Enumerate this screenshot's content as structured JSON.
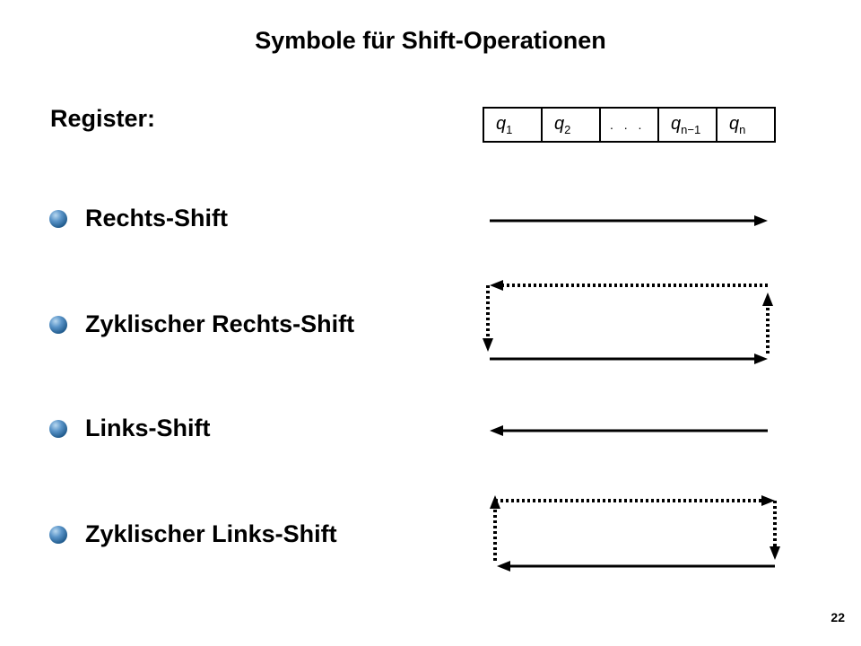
{
  "title": "Symbole für Shift-Operationen",
  "register": {
    "label": "Register:",
    "cells": [
      {
        "base": "q",
        "sub": "1"
      },
      {
        "base": "q",
        "sub": "2"
      },
      {
        "base": "",
        "sub": "",
        "text": ". . ."
      },
      {
        "base": "q",
        "sub": "n−1"
      },
      {
        "base": "q",
        "sub": "n"
      }
    ]
  },
  "items": [
    {
      "label": "Rechts-Shift"
    },
    {
      "label": "Zyklischer Rechts-Shift"
    },
    {
      "label": "Links-Shift"
    },
    {
      "label": "Zyklischer Links-Shift"
    }
  ],
  "page_number": "22"
}
